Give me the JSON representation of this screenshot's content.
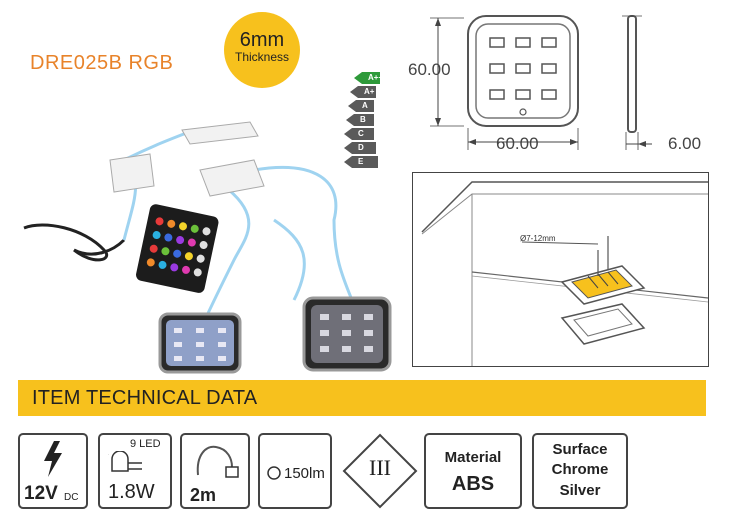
{
  "product": {
    "model": "DRE025B RGB",
    "thickness_value": "6mm",
    "thickness_label": "Thickness",
    "energy_classes": [
      "A++",
      "A+",
      "A",
      "B",
      "C",
      "D",
      "E"
    ],
    "energy_colors": [
      "#2e9a3a",
      "#5a5a5a",
      "#5a5a5a",
      "#5a5a5a",
      "#5a5a5a",
      "#5a5a5a",
      "#5a5a5a"
    ]
  },
  "drawing": {
    "height": "60.00",
    "width": "60.00",
    "depth": "6.00",
    "hole": "Ø7-12mm"
  },
  "banner": {
    "title": "ITEM TECHNICAL DATA"
  },
  "specs": {
    "voltage_value": "12V",
    "voltage_unit": "DC",
    "led_count": "9 LED",
    "power": "1.8W",
    "cable": "2m",
    "lumen": "150lm",
    "protection_class": "III",
    "material_label": "Material",
    "material_value": "ABS",
    "surface_line1": "Surface",
    "surface_line2": "Chrome",
    "surface_line3": "Silver"
  },
  "colors": {
    "accent": "#f7c11d",
    "model_text": "#e8832a"
  }
}
